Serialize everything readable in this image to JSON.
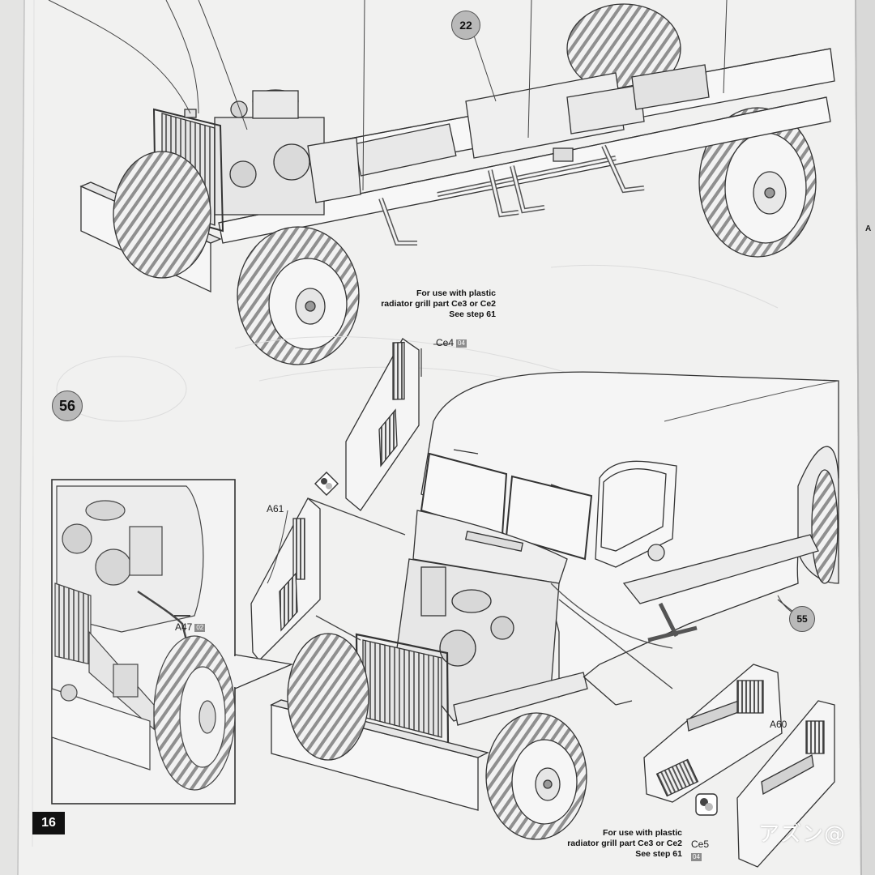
{
  "page": {
    "page_number": "16",
    "watermark": "アズン@"
  },
  "steps": {
    "step_22": "22",
    "step_56": "56",
    "step_55": "55"
  },
  "notes": {
    "top_note": [
      "For use with plastic",
      "radiator grill part Ce3 or Ce2",
      "See step 61"
    ],
    "bottom_note": [
      "For use with plastic",
      "radiator grill part Ce3 or Ce2",
      "See step 61"
    ]
  },
  "parts": {
    "ce4": {
      "label": "Ce4",
      "code": "04"
    },
    "a61": {
      "label": "A61"
    },
    "a47": {
      "label": "A47",
      "code": "02"
    },
    "a60": {
      "label": "A60"
    },
    "ce5": {
      "label": "Ce5",
      "code": "04"
    }
  },
  "edge_text": "A"
}
